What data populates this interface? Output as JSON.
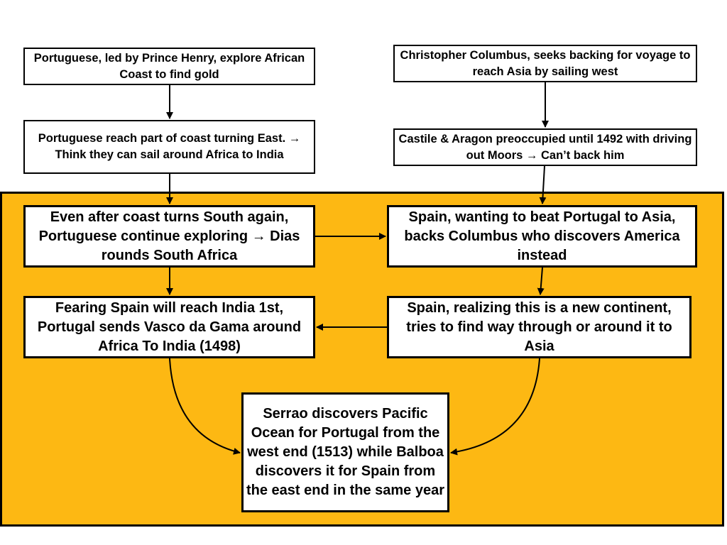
{
  "colors": {
    "panel": "#FDB813",
    "box": "#ffffff",
    "line": "#000000"
  },
  "boxes": {
    "b1": "Portuguese, led by Prince Henry, explore African Coast to find gold",
    "b2": "Christopher Columbus, seeks backing for voyage to reach Asia by sailing west",
    "b3": "Portuguese reach part of coast turning East. → Think they can sail around Africa to India",
    "b4": "Castile & Aragon preoccupied until 1492 with driving out Moors → Can’t  back him",
    "b5": "Even after coast turns South again, Portuguese continue exploring → Dias rounds South Africa",
    "b6": "Spain, wanting to beat Portugal to Asia, backs Columbus who discovers America instead",
    "b7": "Fearing Spain will reach India 1st, Portugal sends Vasco da Gama around  Africa To India (1498)",
    "b8": "Spain, realizing this is a new continent, tries to find way through or around it to Asia",
    "b9": "Serrao discovers Pacific Ocean for Portugal from the west end (1513) while Balboa discovers it for Spain from the east end in the same year"
  }
}
